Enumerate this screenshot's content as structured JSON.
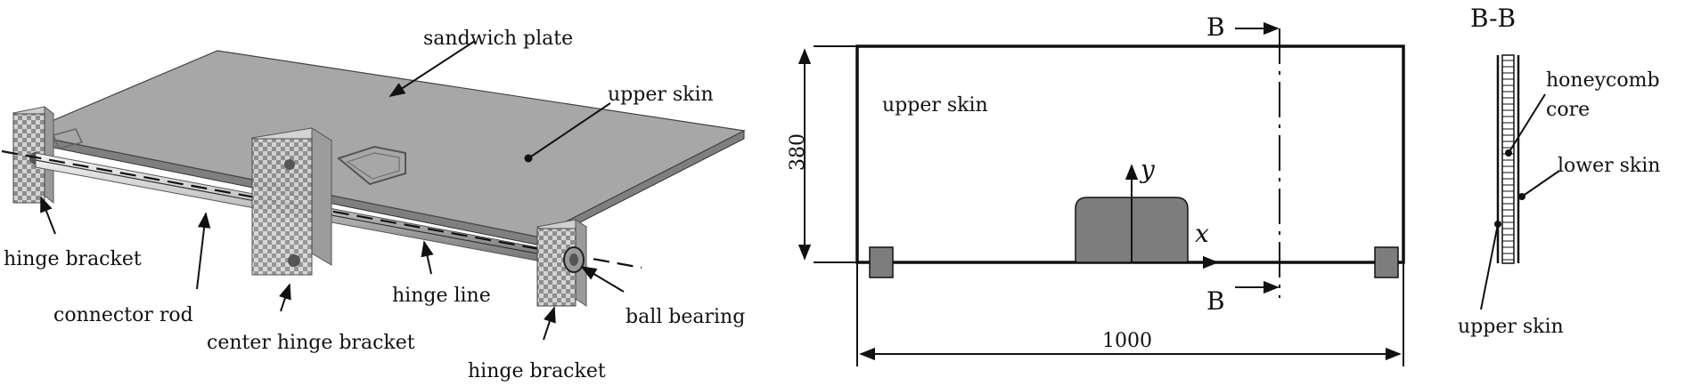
{
  "left_view": {
    "labels": {
      "sandwich_plate": "sandwich plate",
      "upper_skin": "upper skin",
      "hinge_bracket_left": "hinge bracket",
      "connector_rod": "connector rod",
      "center_hinge_bracket": "center hinge bracket",
      "hinge_line": "hinge line",
      "ball_bearing": "ball bearing",
      "hinge_bracket_right": "hinge bracket"
    }
  },
  "plan_view": {
    "section_mark_top": "B",
    "section_mark_bottom": "B",
    "upper_skin_label": "upper skin",
    "axis_y": "y",
    "axis_x": "x",
    "dim_height": "380",
    "dim_width": "1000"
  },
  "section_view": {
    "title": "B-B",
    "honeycomb_core": "honeycomb core",
    "honeycomb_core_line1": "honeycomb",
    "honeycomb_core_line2": "core",
    "lower_skin": "lower skin",
    "upper_skin": "upper skin"
  },
  "colors": {
    "plate_top": "#a7a7a7",
    "plate_edge": "#7f7f7f",
    "bracket_fill": "#bdbdbd",
    "rod": "#c9c9c9",
    "mount_fill": "#7d7d7d",
    "line": "#111111"
  }
}
